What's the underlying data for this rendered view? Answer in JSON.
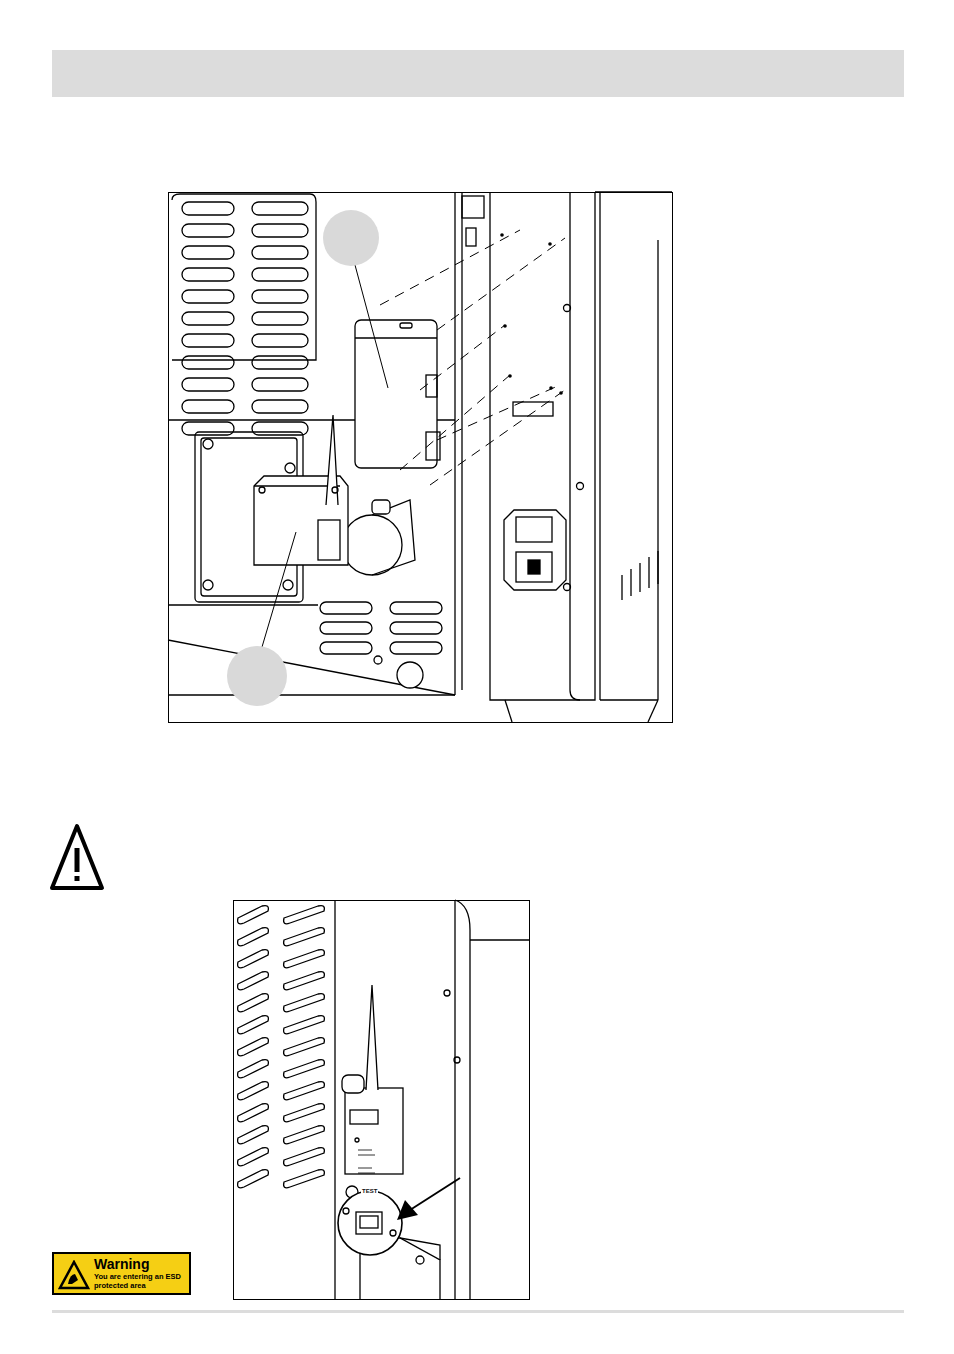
{
  "diagram": {
    "nodes": [
      {
        "text": [
          "Warning",
          "You are entering an ESD protected area"
        ]
      }
    ],
    "labels": [
      "TEST"
    ]
  }
}
